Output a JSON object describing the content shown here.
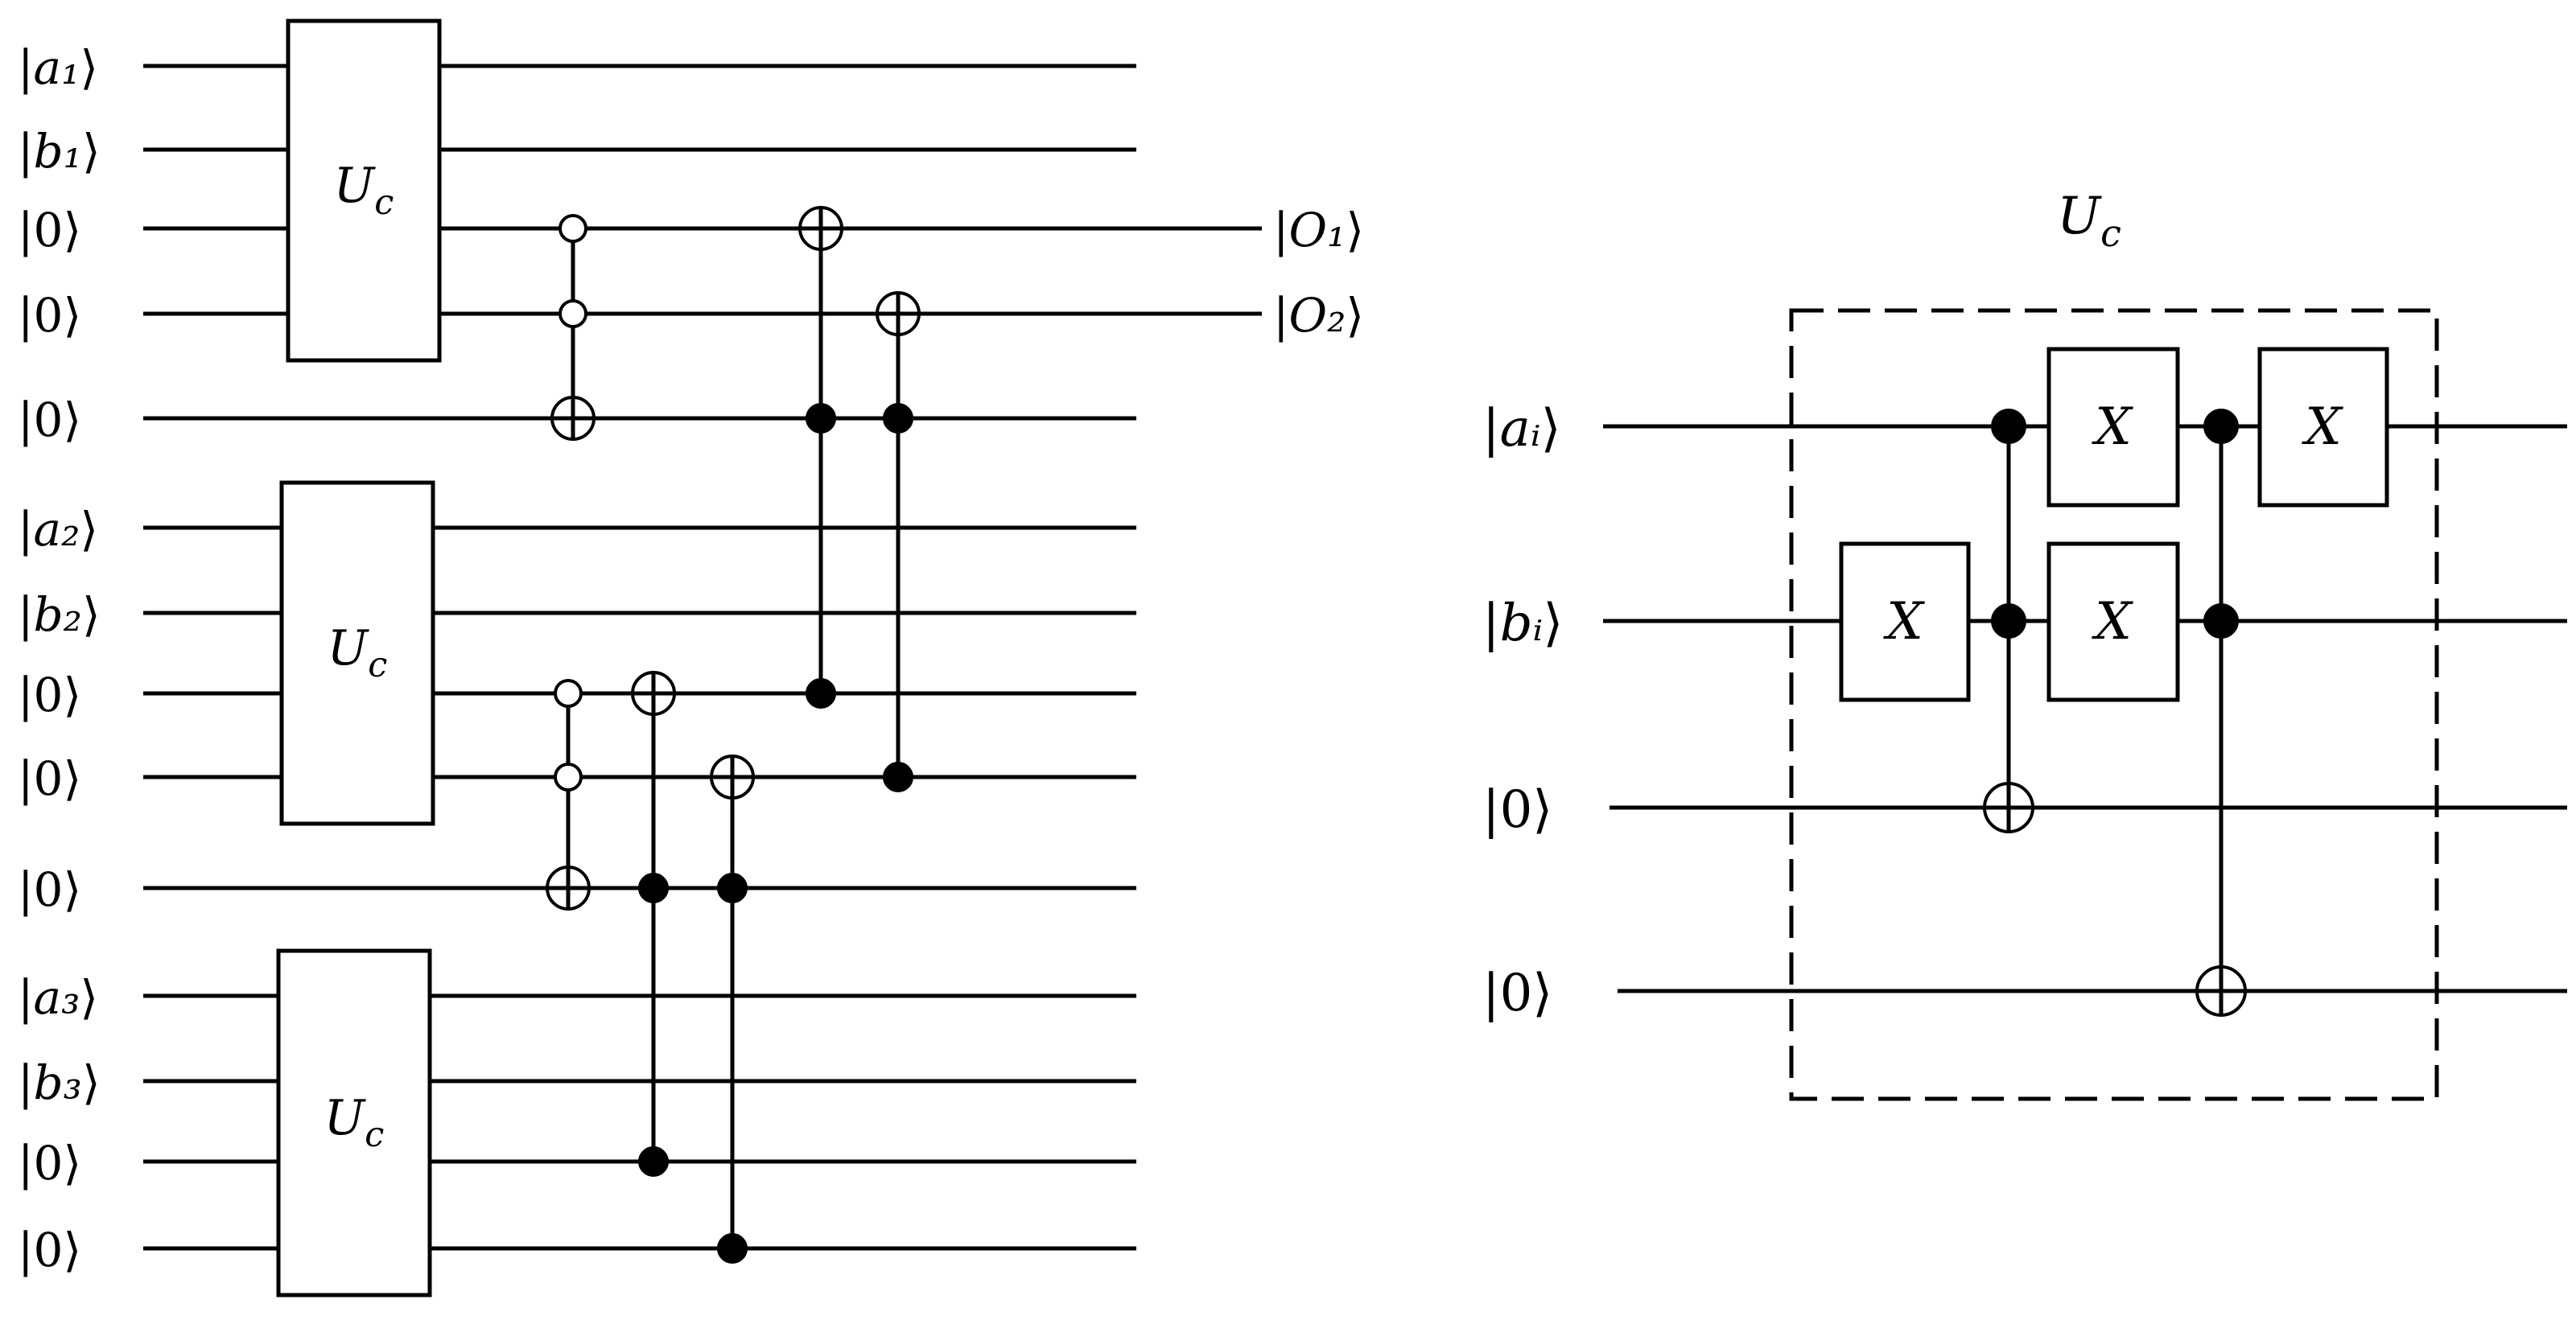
{
  "left_circuit": {
    "inputs": [
      "a₁",
      "b₁",
      "0",
      "0",
      "0",
      "a₂",
      "b₂",
      "0",
      "0",
      "0",
      "a₃",
      "b₃",
      "0",
      "0"
    ],
    "outputs": [
      {
        "wire": 2,
        "label": "O₁"
      },
      {
        "wire": 3,
        "label": "O₂"
      }
    ],
    "uc_blocks": [
      {
        "wires": [
          0,
          3
        ],
        "label": "U",
        "sub": "c"
      },
      {
        "wires": [
          5,
          8
        ],
        "label": "U",
        "sub": "c"
      },
      {
        "wires": [
          10,
          13
        ],
        "label": "U",
        "sub": "c"
      }
    ],
    "gates": [
      {
        "controls": [
          2,
          3
        ],
        "control_type": "open",
        "target": 4
      },
      {
        "controls": [
          7,
          8
        ],
        "control_type": "open",
        "target": 9
      },
      {
        "controls": [
          9,
          12
        ],
        "control_type": "filled",
        "target": 7
      },
      {
        "controls": [
          9,
          13
        ],
        "control_type": "filled",
        "target": 8
      },
      {
        "controls": [
          4,
          7
        ],
        "control_type": "filled",
        "target": 2
      },
      {
        "controls": [
          4,
          8
        ],
        "control_type": "filled",
        "target": 3
      }
    ]
  },
  "right_circuit": {
    "title": {
      "main": "U",
      "sub": "c"
    },
    "inputs": [
      "aᵢ",
      "bᵢ",
      "0",
      "0"
    ],
    "x_gates": [
      {
        "wire": 1,
        "label": "X"
      },
      {
        "wire": 0,
        "label": "X"
      },
      {
        "wire": 1,
        "label": "X"
      },
      {
        "wire": 0,
        "label": "X"
      }
    ],
    "gates": [
      {
        "controls": [
          0,
          1
        ],
        "control_type": "filled",
        "target": 2
      },
      {
        "controls": [
          0,
          1
        ],
        "control_type": "filled",
        "target": 3
      }
    ]
  }
}
